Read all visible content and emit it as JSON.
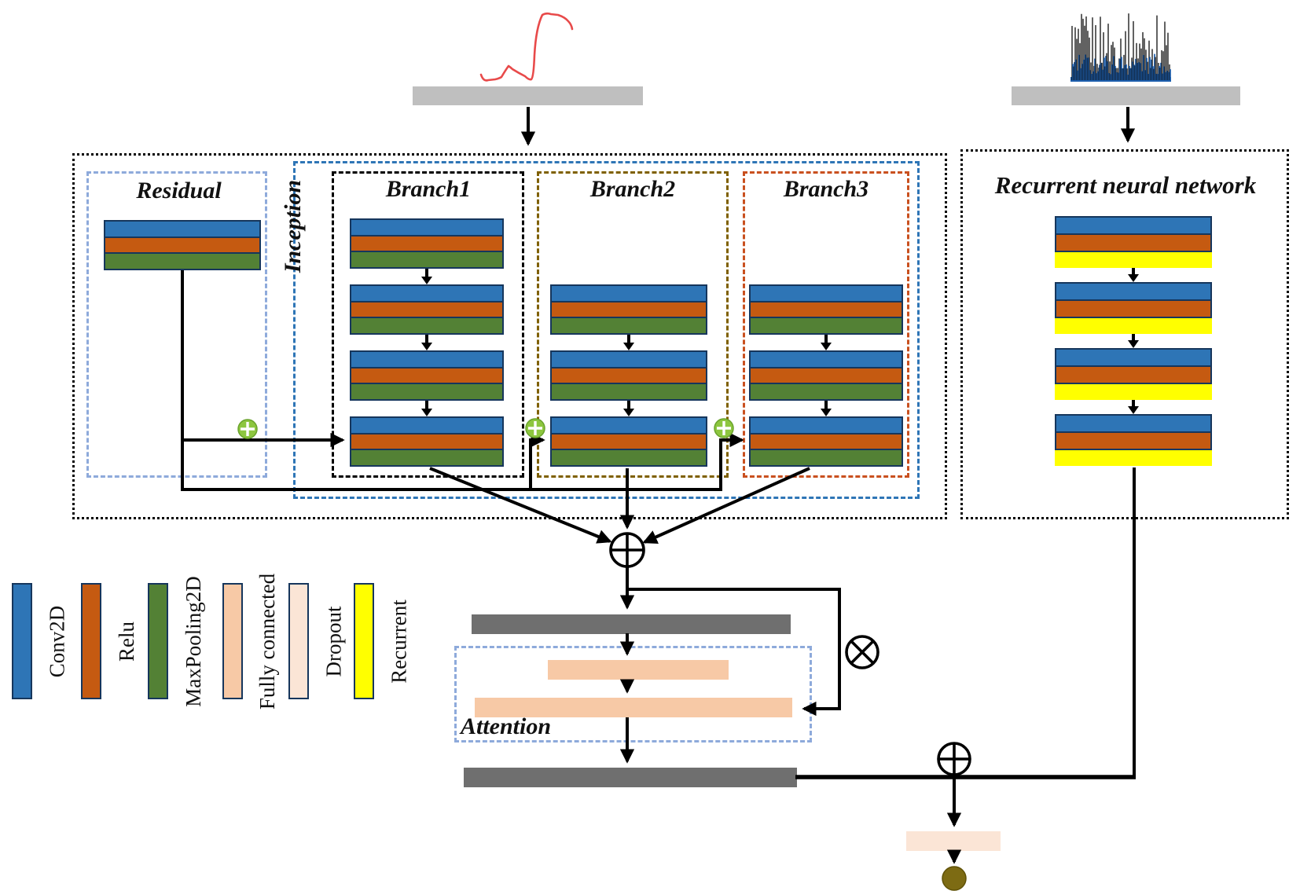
{
  "titles": {
    "residual": "Residual",
    "inception": "Inception",
    "branch1": "Branch1",
    "branch2": "Branch2",
    "branch3": "Branch3",
    "recurrent": "Recurrent neural network",
    "attention": "Attention"
  },
  "legend": {
    "items": [
      {
        "label": "Conv2D",
        "layer": "conv2d",
        "color": "#2e75b6"
      },
      {
        "label": "Relu",
        "layer": "relu",
        "color": "#c55a11"
      },
      {
        "label": "MaxPooling2D",
        "layer": "maxpooling2d",
        "color": "#538135"
      },
      {
        "label": "Fully connected",
        "layer": "fully_connected",
        "color": "#f7c9a6"
      },
      {
        "label": "Dropout",
        "layer": "dropout",
        "color": "#fbe5d6"
      },
      {
        "label": "Recurrent",
        "layer": "recurrent",
        "color": "#ffff00"
      }
    ]
  },
  "layer_colors": {
    "conv2d": "#2e75b6",
    "relu": "#c55a11",
    "maxpooling2d": "#538135",
    "recurrent": "#ffff00",
    "fully_connected": "#f7c9a6",
    "dropout": "#fbe5d6"
  },
  "columns": {
    "residual": {
      "stack_count": 1,
      "stack": [
        "conv2d",
        "relu",
        "maxpooling2d"
      ]
    },
    "branch1": {
      "stack_count": 4,
      "stack": [
        "conv2d",
        "relu",
        "maxpooling2d"
      ]
    },
    "branch2": {
      "stack_count": 3,
      "stack": [
        "conv2d",
        "relu",
        "maxpooling2d"
      ]
    },
    "branch3": {
      "stack_count": 3,
      "stack": [
        "conv2d",
        "relu",
        "maxpooling2d"
      ]
    },
    "recurrent": {
      "stack_count": 4,
      "stack": [
        "conv2d",
        "relu",
        "recurrent"
      ]
    }
  },
  "operators": {
    "residual_add_icons": "circled-plus-green",
    "branch_merge": "circled-plus",
    "attention_multiply": "circled-times",
    "fusion_sum": "circled-plus"
  },
  "box_colors": {
    "outer_cnn": "#000000",
    "inception": "#2e75b6",
    "residual": "#8eaadb",
    "attention": "#8eaadb",
    "branch1": "#000000",
    "branch2": "#7f6000",
    "branch3": "#c9501f",
    "recurrent": "#000000"
  },
  "misc_colors": {
    "input_bar": "#bfbfbf",
    "feature_bar": "#6f6f6f",
    "attention_dense_bar": "#f7c9a6",
    "final_dense_bar": "#fbe5d6",
    "output_node": "#7d6b13",
    "signal_left": "#e84a4a",
    "signal_right": "#1d5fae",
    "green_plus": "#8dc63f"
  },
  "inputs": {
    "left_signal_icon": "force-curve-icon",
    "right_signal_icon": "acoustic-emission-waveform-icon"
  }
}
